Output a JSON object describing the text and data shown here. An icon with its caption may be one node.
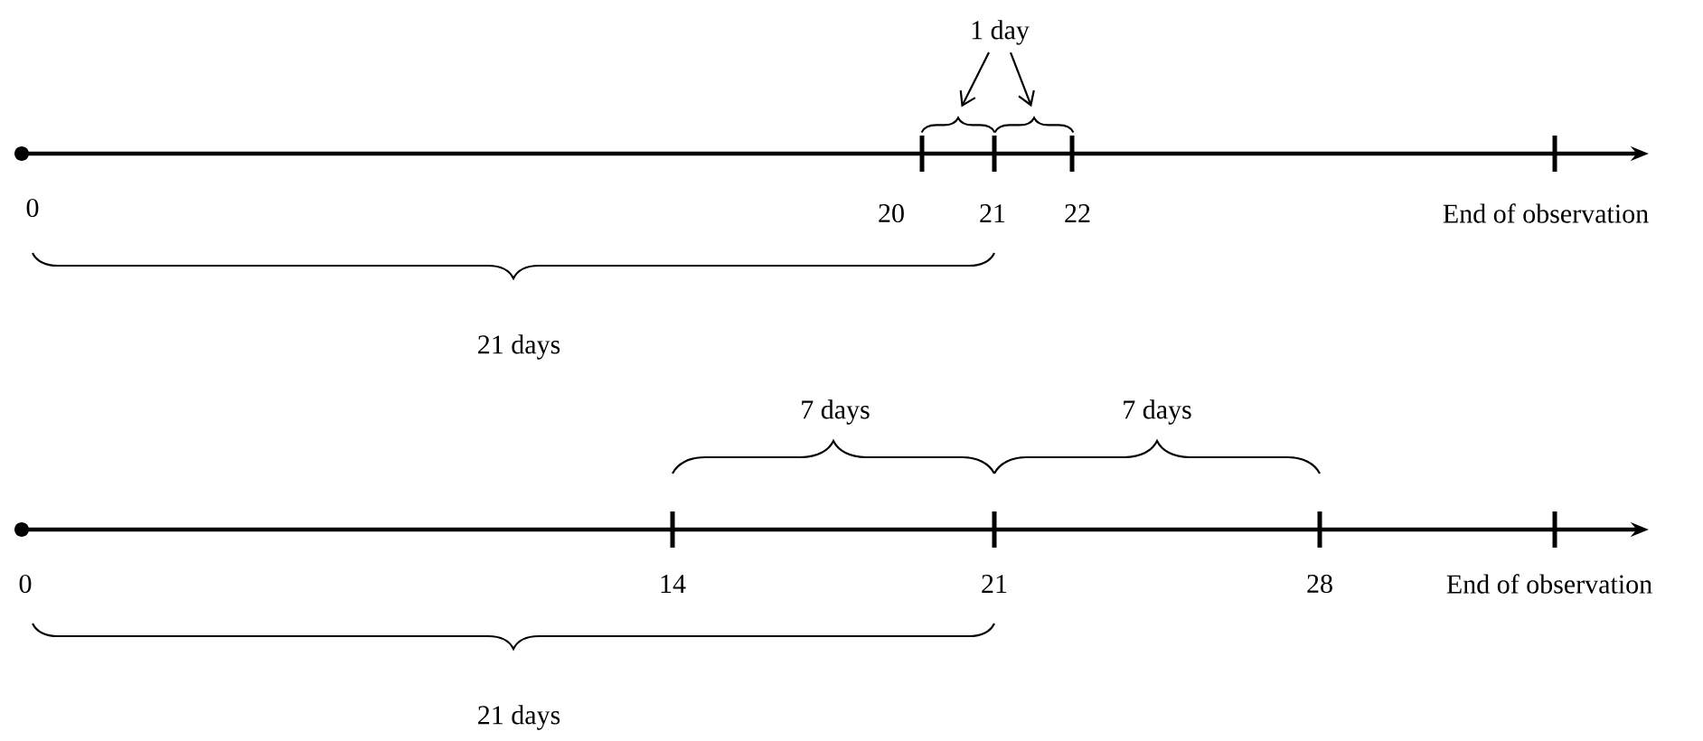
{
  "diagram": {
    "nodes": [
      {
        "text": [
          "1 day"
        ]
      },
      {
        "text": [],
        "shape": "brace"
      },
      {
        "text": [],
        "shape": "brace"
      }
    ],
    "edges": [
      {
        "from": 0,
        "to": 1,
        "arrow": "to"
      },
      {
        "from": 0,
        "to": 2,
        "arrow": "to"
      }
    ],
    "labels": [
      "0",
      "20",
      "21",
      "22",
      "End of observation",
      "21 days",
      "7 days",
      "7 days",
      "0",
      "14",
      "21",
      "28",
      "End of observation",
      "21 days"
    ]
  }
}
